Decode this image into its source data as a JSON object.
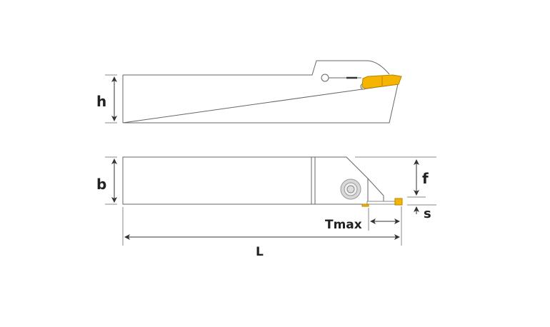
{
  "labels": {
    "h": "h",
    "b": "b",
    "f": "f",
    "s": "s",
    "tmax": "Tmax",
    "L": "L"
  },
  "colors": {
    "insert": "#f5b400",
    "line": "#555555",
    "dim": "#333333"
  }
}
